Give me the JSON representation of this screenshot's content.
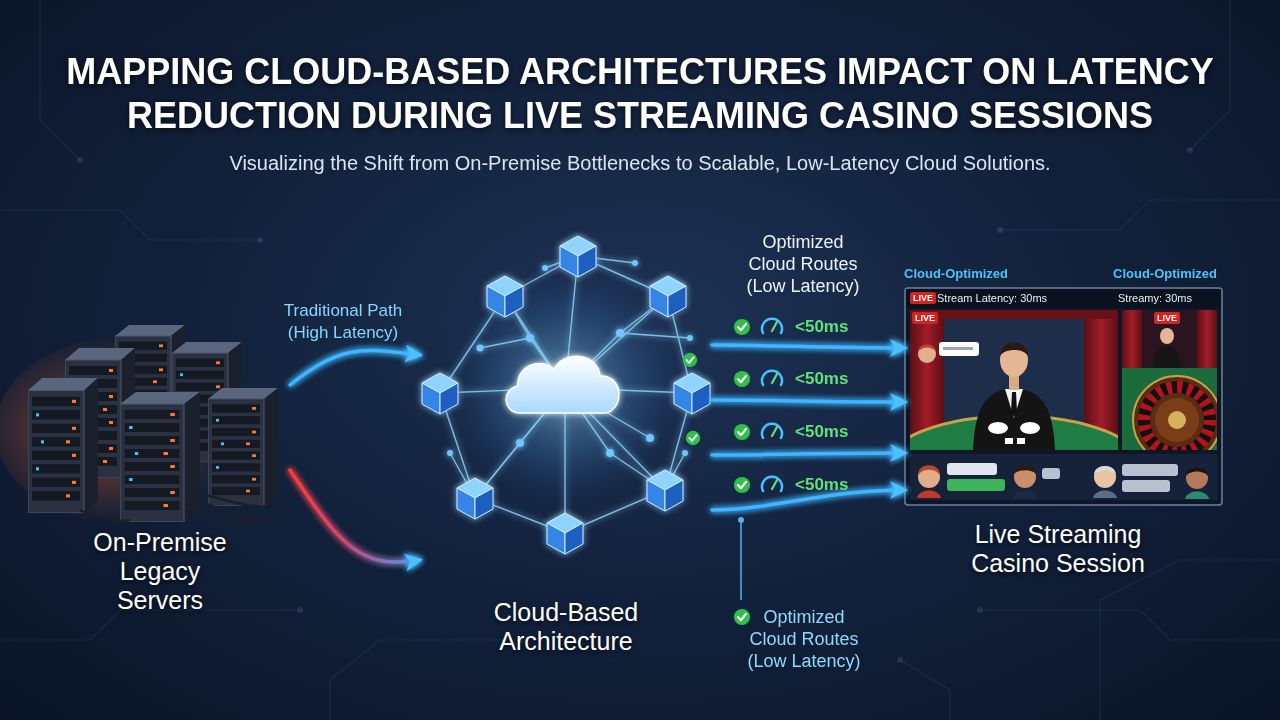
{
  "diagram": {
    "title": "MAPPING CLOUD-BASED ARCHITECTURES IMPACT ON LATENCY REDUCTION DURING LIVE STREAMING CASINO SESSIONS",
    "caption": "Visualizing the Shift from On-Premise Bottlenecks to Scalable, Low-Latency Cloud Solutions.",
    "nodes": [
      {
        "text": [
          "On-Premise Legacy Servers"
        ]
      },
      {
        "text": [
          "Cloud-Based Architecture"
        ]
      },
      {
        "text": [
          "Live Streaming Casino Session"
        ]
      }
    ],
    "edges": [
      {
        "from": 0,
        "to": 1,
        "arrow": "to",
        "label": "Traditional Path (High Latency)"
      },
      {
        "from": 0,
        "to": 1,
        "arrow": "to"
      },
      {
        "from": 1,
        "to": 2,
        "arrow": "to",
        "label": "<50ms"
      },
      {
        "from": 1,
        "to": 2,
        "arrow": "to",
        "label": "<50ms"
      },
      {
        "from": 1,
        "to": 2,
        "arrow": "to",
        "label": "<50ms"
      },
      {
        "from": 1,
        "to": 2,
        "arrow": "to",
        "label": "<50ms"
      }
    ],
    "labels": [
      "Optimized Cloud Routes (Low Latency)",
      "Cloud-Optimized",
      "Cloud-Optimized",
      "LIVE",
      "Stream Latency: 30ms",
      "Streamy: 30ms",
      "LIVE",
      "LIVE",
      "Optimized Cloud Routes (Low Latency)"
    ]
  }
}
